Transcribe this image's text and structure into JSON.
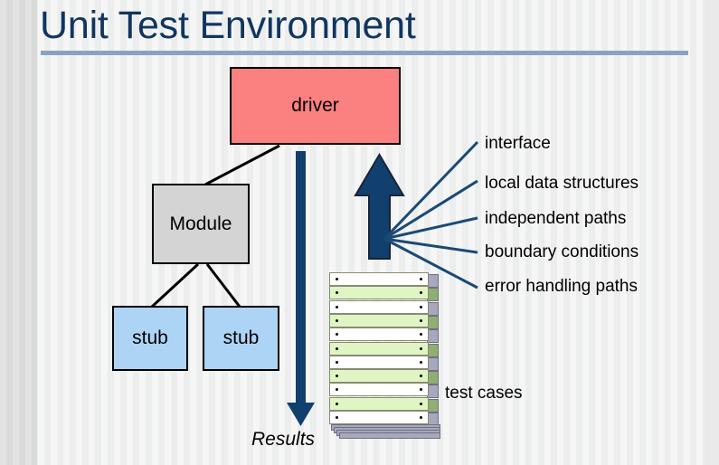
{
  "slide": {
    "title": "Unit Test Environment",
    "accent_color": "#10365f",
    "rule_color": "#88a3c2"
  },
  "diagram": {
    "nodes": [
      {
        "id": "driver",
        "label": "driver",
        "color": "#fb8080"
      },
      {
        "id": "module",
        "label": "Module",
        "color": "#d4d4d4"
      },
      {
        "id": "stub-left",
        "label": "stub",
        "color": "#aed4f5"
      },
      {
        "id": "stub-right",
        "label": "stub",
        "color": "#aed4f5"
      }
    ],
    "flow_labels": {
      "results": "Results",
      "test_cases": "test cases"
    },
    "arrow_color": "#11406e",
    "connector_color": "#000000",
    "aspects": [
      "interface",
      "local data structures",
      "independent paths",
      "boundary conditions",
      "error handling paths"
    ],
    "sheet_colors": {
      "white": "#ffffff",
      "green": "#dff5c4",
      "shadow": "#a8a8bd"
    }
  }
}
